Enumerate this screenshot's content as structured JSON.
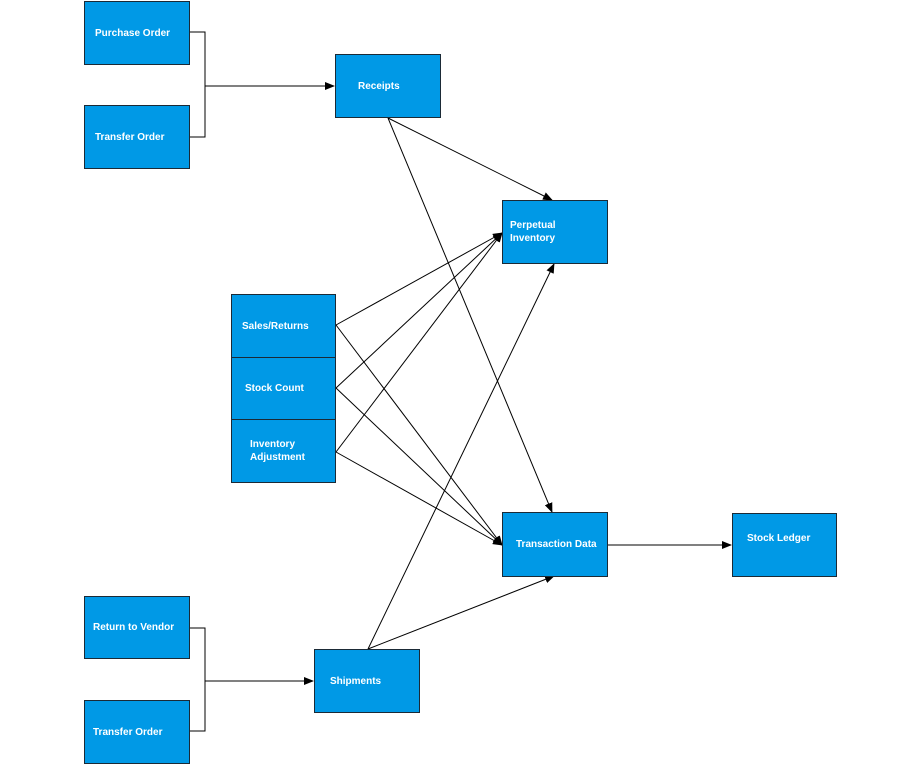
{
  "colors": {
    "box_fill": "#0099e6",
    "box_border": "#1b2a36",
    "text": "#ffffff",
    "line": "#000000"
  },
  "nodes": {
    "purchase_order": "Purchase Order",
    "transfer_order_in": "Transfer Order",
    "receipts": "Receipts",
    "perpetual_inventory": "Perpetual Inventory",
    "sales_returns": "Sales/Returns",
    "stock_count": "Stock Count",
    "inventory_adjustment": "Inventory Adjustment",
    "transaction_data": "Transaction Data",
    "stock_ledger": "Stock Ledger",
    "return_to_vendor": "Return to Vendor",
    "transfer_order_out": "Transfer Order",
    "shipments": "Shipments"
  },
  "edges": [
    {
      "from": "Purchase Order",
      "to": "Receipts"
    },
    {
      "from": "Transfer Order",
      "to": "Receipts"
    },
    {
      "from": "Receipts",
      "to": "Perpetual Inventory"
    },
    {
      "from": "Receipts",
      "to": "Transaction Data"
    },
    {
      "from": "Sales/Returns",
      "to": "Perpetual Inventory"
    },
    {
      "from": "Sales/Returns",
      "to": "Transaction Data"
    },
    {
      "from": "Stock Count",
      "to": "Perpetual Inventory"
    },
    {
      "from": "Stock Count",
      "to": "Transaction Data"
    },
    {
      "from": "Inventory Adjustment",
      "to": "Perpetual Inventory"
    },
    {
      "from": "Inventory Adjustment",
      "to": "Transaction Data"
    },
    {
      "from": "Return to Vendor",
      "to": "Shipments"
    },
    {
      "from": "Transfer Order",
      "to": "Shipments"
    },
    {
      "from": "Shipments",
      "to": "Perpetual Inventory"
    },
    {
      "from": "Shipments",
      "to": "Transaction Data"
    },
    {
      "from": "Transaction Data",
      "to": "Stock Ledger"
    }
  ]
}
